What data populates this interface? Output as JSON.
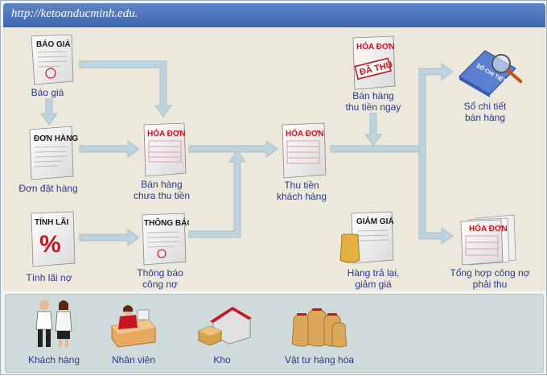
{
  "header": {
    "url": "http://ketoanducminh.edu."
  },
  "documents": {
    "bao_gia": {
      "title": "BÁO GIÁ",
      "label": "Báo giá"
    },
    "don_hang": {
      "title": "ĐƠN HÀNG",
      "label": "Đơn đặt hàng"
    },
    "tinh_lai": {
      "title": "TÍNH LÃI",
      "symbol": "%",
      "label": "Tính lãi nợ"
    },
    "hoa_don_chua_thu": {
      "title": "HÓA ĐƠN",
      "label_line1": "Bán hàng",
      "label_line2": "chưa thu tiền"
    },
    "thong_bao": {
      "title": "THÔNG BÁO",
      "label_line1": "Thông báo",
      "label_line2": "công nợ"
    },
    "thu_tien": {
      "title": "HÓA ĐƠN",
      "label_line1": "Thu tiền",
      "label_line2": "khách hàng"
    },
    "hoa_don_da_thu": {
      "title": "HÓA ĐƠN",
      "stamp": "ĐÃ THU",
      "label_line1": "Bán hàng",
      "label_line2": "thu tiền ngay"
    },
    "giam_gia": {
      "title": "GIẢM GIÁ",
      "label_line1": "Hàng trả lại,",
      "label_line2": "giảm giá"
    },
    "so_chi_tiet": {
      "book_text": "SỔ CHI TIẾT",
      "label_line1": "Sổ chi tiết",
      "label_line2": "bán hàng"
    },
    "tong_hop": {
      "title": "HÓA ĐƠN",
      "label_line1": "Tổng hợp công nợ",
      "label_line2": "phải thu"
    }
  },
  "bottom": {
    "khach_hang": "Khách hàng",
    "nhan_vien": "Nhân viên",
    "kho": "Kho",
    "vat_tu": "Vật tư hàng hóa"
  },
  "colors": {
    "arrow": "#bdd3dd",
    "label": "#2a3a8c",
    "header": "#4a72b8",
    "red": "#c8141e"
  }
}
